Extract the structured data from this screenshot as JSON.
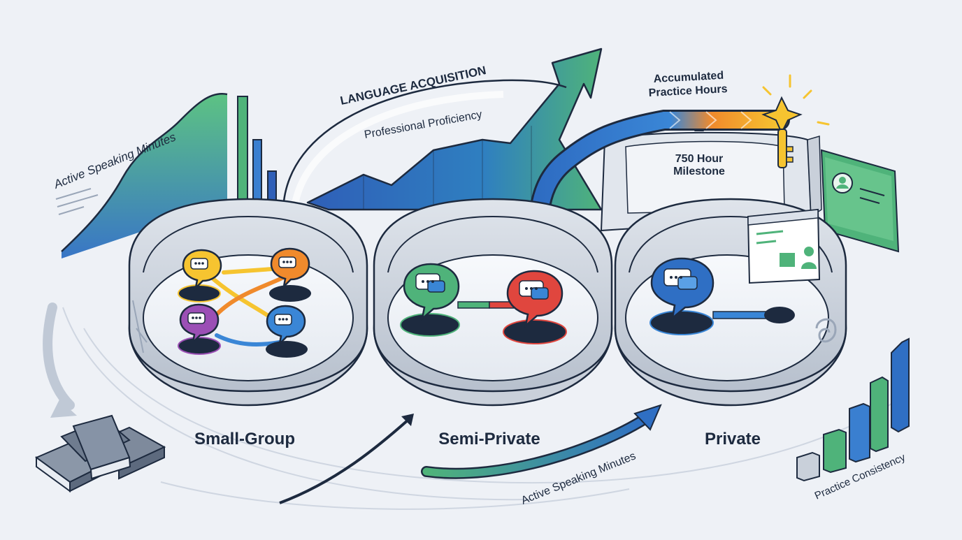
{
  "header": {
    "arc_title": "LANGUAGE ACQUISITION",
    "arc_subtitle": "Professional Proficiency"
  },
  "labels": {
    "left_curve": "Active Speaking Minutes",
    "bottom_arrow": "Active Speaking Minutes",
    "practice_consistency": "Practice Consistency",
    "accumulated_line1": "Accumulated",
    "accumulated_line2": "Practice Hours",
    "milestone_line1": "750 Hour",
    "milestone_line2": "Milestone"
  },
  "stages": [
    {
      "label": "Small-Group"
    },
    {
      "label": "Semi-Private"
    },
    {
      "label": "Private"
    }
  ],
  "icons": {
    "bubbles_small_group": [
      "chat-bubble-icon",
      "chat-bubble-icon",
      "chat-bubble-icon",
      "chat-bubble-icon"
    ],
    "bubbles_semi_private": [
      "chat-bubble-icon",
      "chat-bubble-icon"
    ],
    "bubbles_private": [
      "chat-bubble-icon"
    ],
    "other": [
      "book-stack-icon",
      "key-icon",
      "profile-card-icon",
      "video-call-icon",
      "growth-arrow-icon",
      "spiral-logo-icon"
    ]
  },
  "colors": {
    "blue": "#2f6fc4",
    "green": "#4fb37a",
    "orange": "#f08a2c",
    "yellow": "#f6c430",
    "red": "#e0463e",
    "purple": "#9b4fb5",
    "navy": "#1d2a3f",
    "wall": "#c9d0da"
  }
}
